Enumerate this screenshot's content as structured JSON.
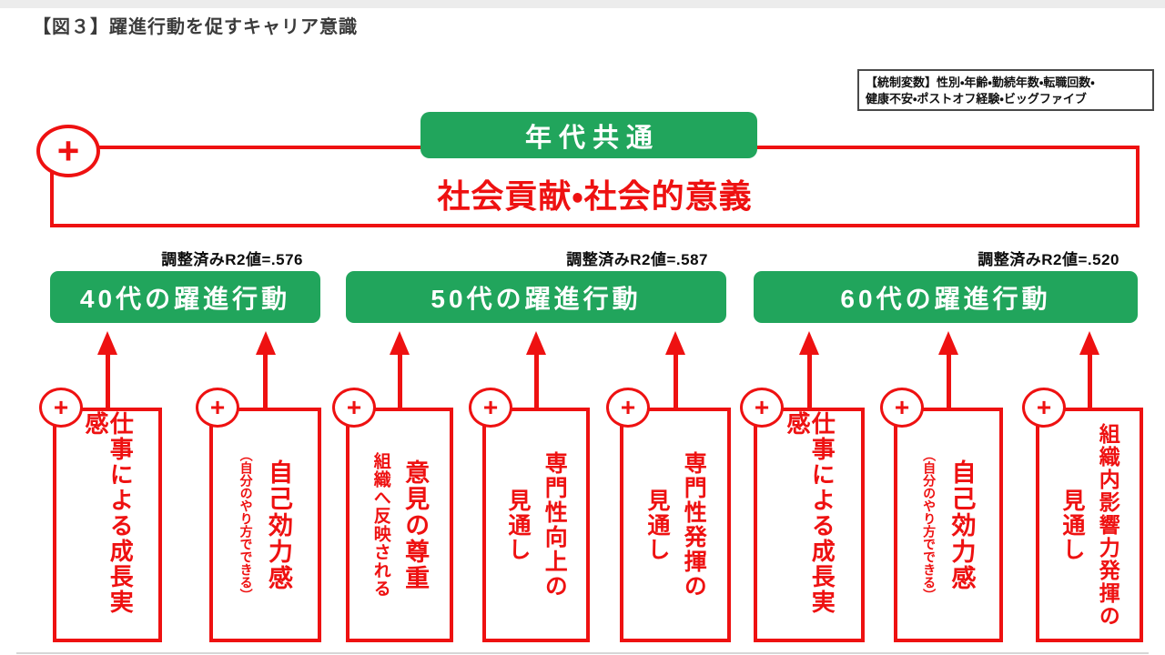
{
  "title": "【図３】躍進行動を促すキャリア意識",
  "plus": "+",
  "control_note": {
    "line1": "【統制変数】性別・年齢・勤続年数・転職回数・",
    "line2": "健康不安・ポストオフ経験・ビッグファイブ"
  },
  "common": {
    "banner": "年代共通",
    "factor": "社会貢献・社会的意義"
  },
  "groups": [
    {
      "label": "40代の躍進行動",
      "r2": "調整済みR2値=.576"
    },
    {
      "label": "50代の躍進行動",
      "r2": "調整済みR2値=.587"
    },
    {
      "label": "60代の躍進行動",
      "r2": "調整済みR2値=.520"
    }
  ],
  "factors": [
    {
      "main": "仕事による成長実感"
    },
    {
      "main": "自己効力感",
      "sub": "（自分のやり方でできる）"
    },
    {
      "main": "意見の尊重",
      "sub": "組織へ反映される"
    },
    {
      "main": "専門性向上の",
      "sub": "見通し"
    },
    {
      "main": "専門性発揮の",
      "sub": "見通し"
    },
    {
      "main": "仕事による成長実感"
    },
    {
      "main": "自己効力感",
      "sub": "（自分のやり方でできる）"
    },
    {
      "main": "組織内影響力発揮の",
      "sub": "見通し"
    }
  ],
  "colors": {
    "green": "#21a55c",
    "red": "#ee1111"
  }
}
